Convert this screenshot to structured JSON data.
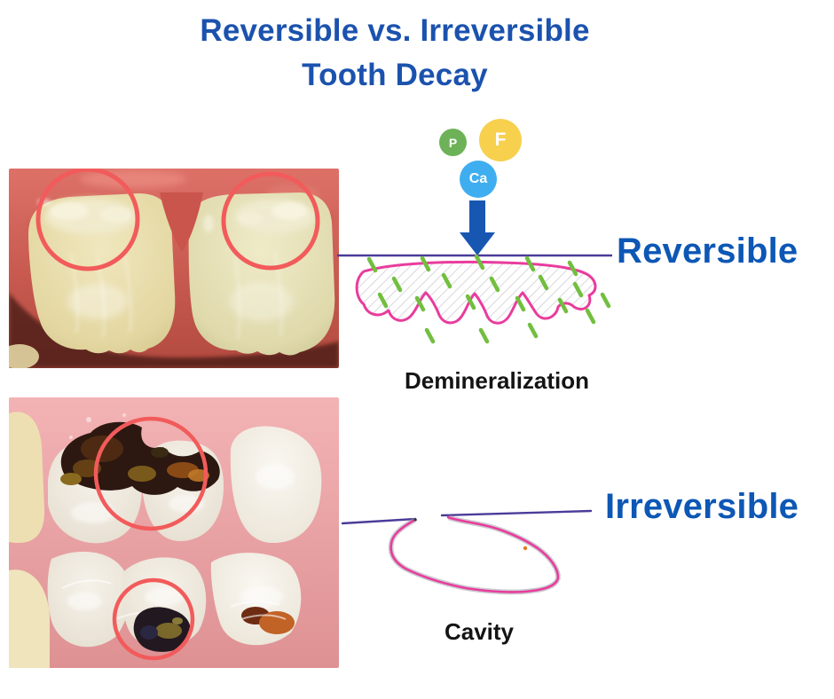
{
  "title": {
    "line1": "Reversible vs. Irreversible",
    "line2": "Tooth Decay"
  },
  "molecules": [
    {
      "id": "phosphate",
      "label": "P",
      "color": "#6DB258"
    },
    {
      "id": "fluoride",
      "label": "F",
      "color": "#F7D04E"
    },
    {
      "id": "calcium",
      "label": "Ca",
      "color": "#3FAEF0"
    }
  ],
  "reversible": {
    "heading": "Reversible",
    "caption": "Demineralization"
  },
  "irreversible": {
    "heading": "Irreversible",
    "caption": "Cavity"
  },
  "colors": {
    "title_blue": "#1B52AE",
    "heading_blue": "#0D57B5",
    "arrow_blue": "#1757B2",
    "tooth_surface_line_purple": "#4A3C99",
    "lesion_outline_pink": "#E93C9D",
    "mineral_dash_green": "#72BF3F",
    "highlight_circle_red": "#F25B5B",
    "caption_black": "#141414"
  }
}
